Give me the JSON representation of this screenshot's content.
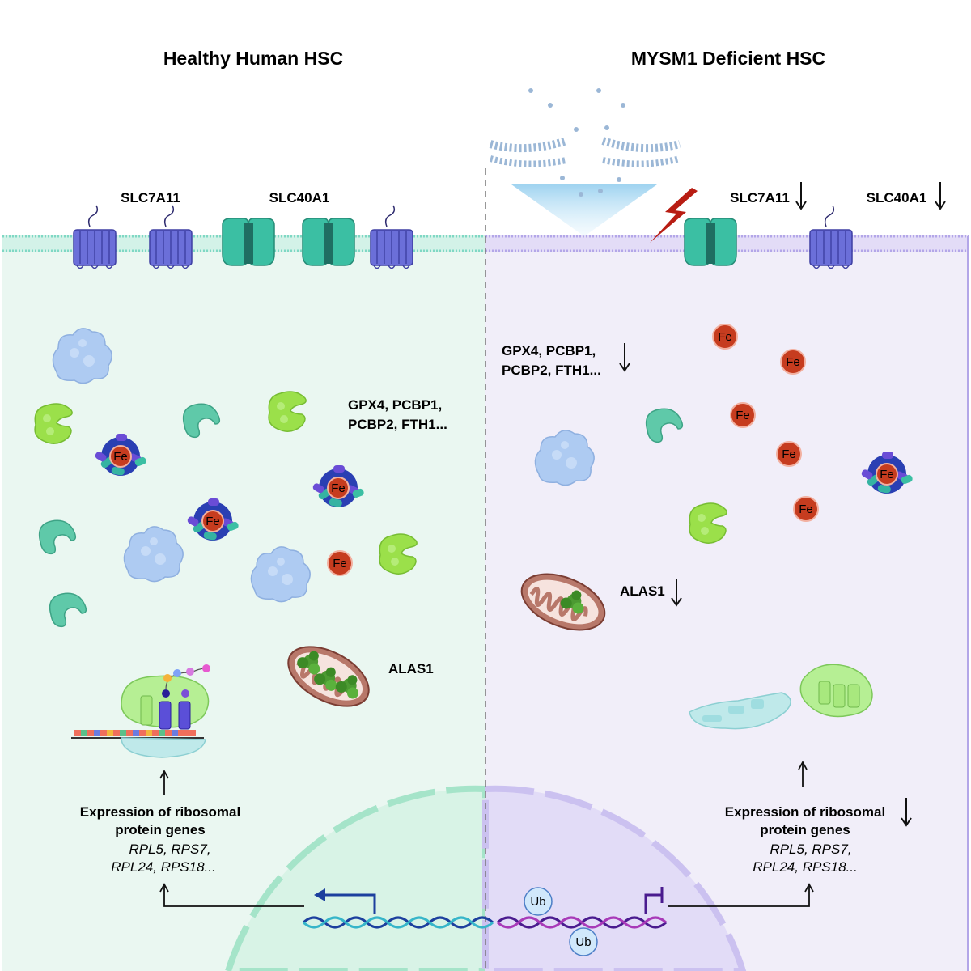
{
  "panels": {
    "left": {
      "title": "Healthy Human HSC",
      "membrane_labels": {
        "transporter_a": "SLC7A11",
        "transporter_b": "SLC40A1"
      },
      "antioxidant_genes": [
        "GPX4, PCBP1,",
        "PCBP2, FTH1..."
      ],
      "mito_enzyme": "ALAS1",
      "expression": {
        "heading": [
          "Expression of ribosomal",
          "protein genes"
        ],
        "genes": [
          "RPL5, RPS7,",
          "RPL24, RPS18..."
        ]
      }
    },
    "right": {
      "title": "MYSM1 Deficient HSC",
      "membrane_labels": {
        "transporter_a": "SLC7A11",
        "transporter_b": "SLC40A1"
      },
      "antioxidant_genes": [
        "GPX4, PCBP1,",
        "PCBP2, FTH1..."
      ],
      "mito_enzyme": "ALAS1",
      "expression": {
        "heading": [
          "Expression of ribosomal",
          "protein genes"
        ],
        "genes": [
          "RPL5, RPS7,",
          "RPL24, RPS18..."
        ]
      },
      "ubiquitin_label": "Ub"
    }
  },
  "iron_label": "Fe",
  "colors": {
    "healthy_bg": "#eaf7f1",
    "deficient_bg": "#f1eef9",
    "healthy_membrane": "#7fd8c4",
    "deficient_membrane": "#b3a6e8",
    "transporter": "#6b6fd9",
    "ferroportin": "#3bbfa3",
    "iron": "#c63c1f",
    "ferroptosis_bolt": "#b81d13",
    "mitochondrion": "#b8786a"
  },
  "icons": [
    "transporter-icon",
    "ferroportin-icon",
    "iron-ion-icon",
    "ferritin-icon",
    "mitochondrion-icon",
    "ribosome-icon",
    "dna-icon",
    "lightning-icon",
    "lipid-burst-icon",
    "ubiquitin-icon",
    "arrow-down-icon",
    "arrow-up-icon"
  ]
}
